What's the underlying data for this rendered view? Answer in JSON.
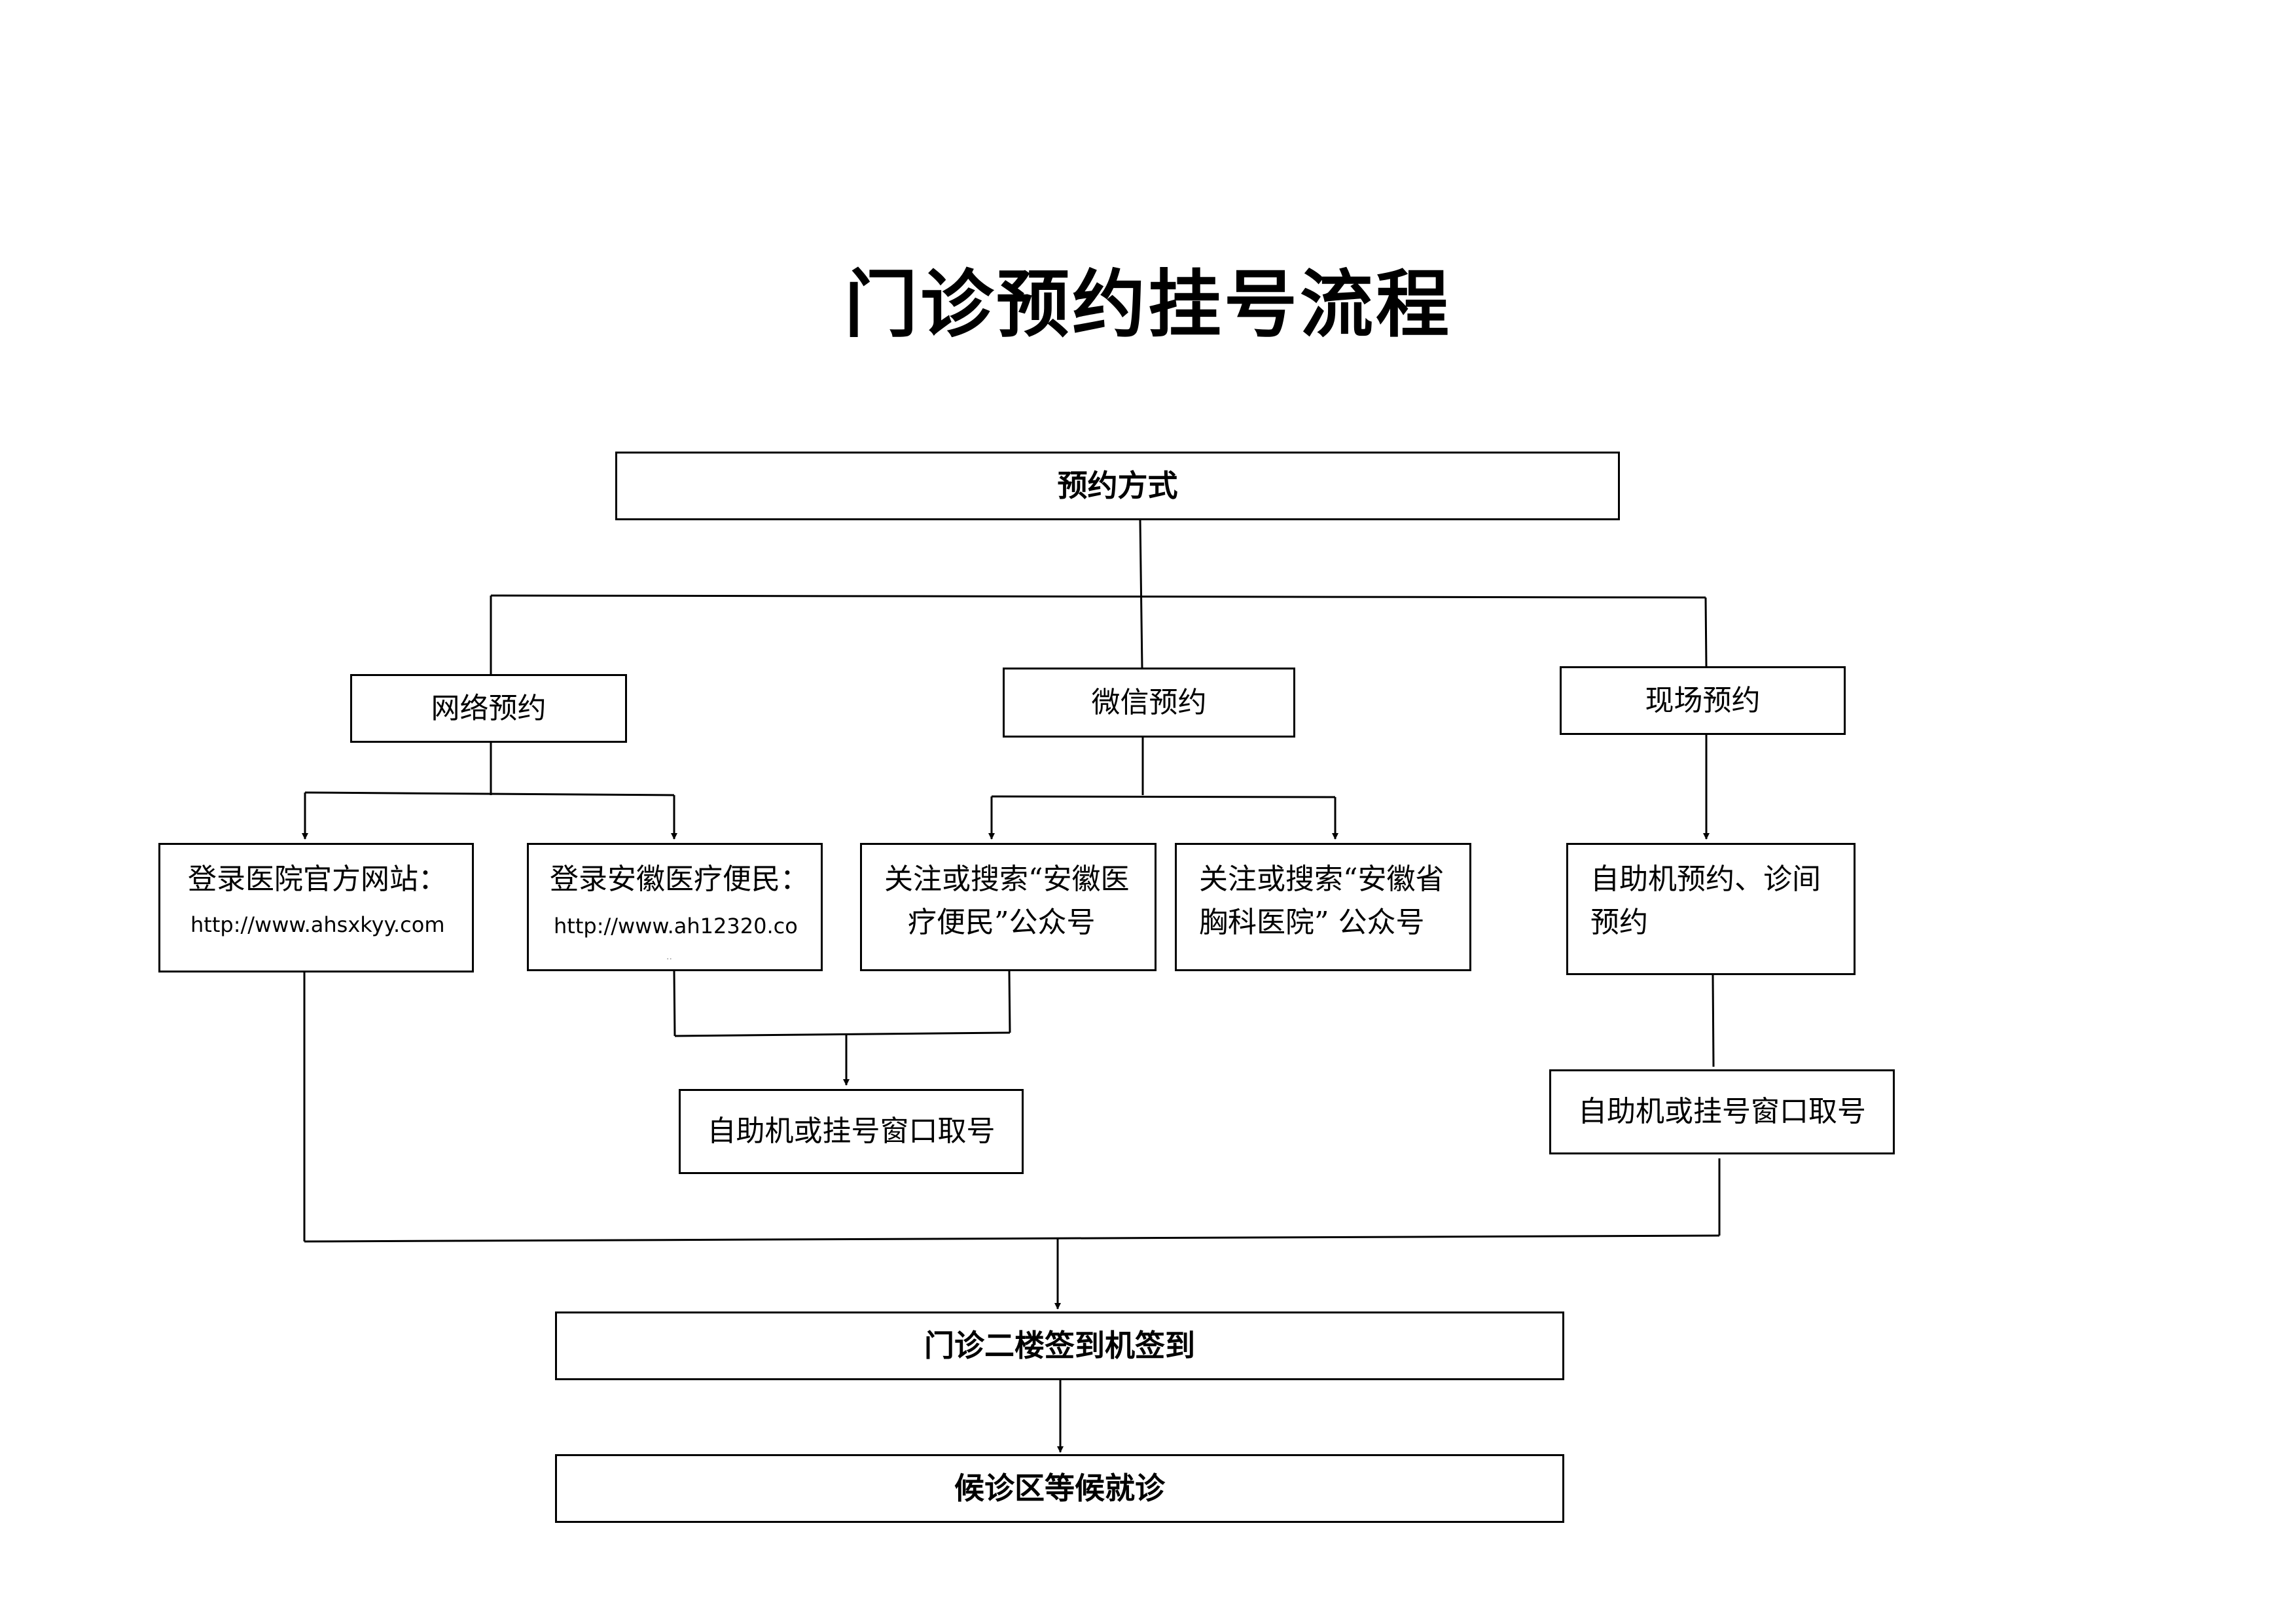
{
  "title": "门诊预约挂号流程",
  "nodes": {
    "method": "预约方式",
    "online": "网络预约",
    "wechat": "微信预约",
    "onsite": "现场预约",
    "hospital_site": {
      "line1": "登录医院官方网站：",
      "url": "http://www.ahsxkyy.com"
    },
    "anhui_portal": {
      "line1": "登录安徽医疗便民：",
      "url": "http://www.ah12320.co",
      "cont": "··"
    },
    "wechat_anhui": {
      "line1": "关注或搜索“安徽医",
      "line2": "疗便民”公众号"
    },
    "wechat_chest": {
      "line1": "关注或搜索“安徽省",
      "line2": "胸科医院”  公众号"
    },
    "kiosk_clinic": {
      "line1": "自助机预约、诊间",
      "line2": "预约"
    },
    "ticket_a": "自助机或挂号窗口取号",
    "ticket_b": "自助机或挂号窗口取号",
    "checkin": "门诊二楼签到机签到",
    "waiting": "候诊区等候就诊"
  }
}
